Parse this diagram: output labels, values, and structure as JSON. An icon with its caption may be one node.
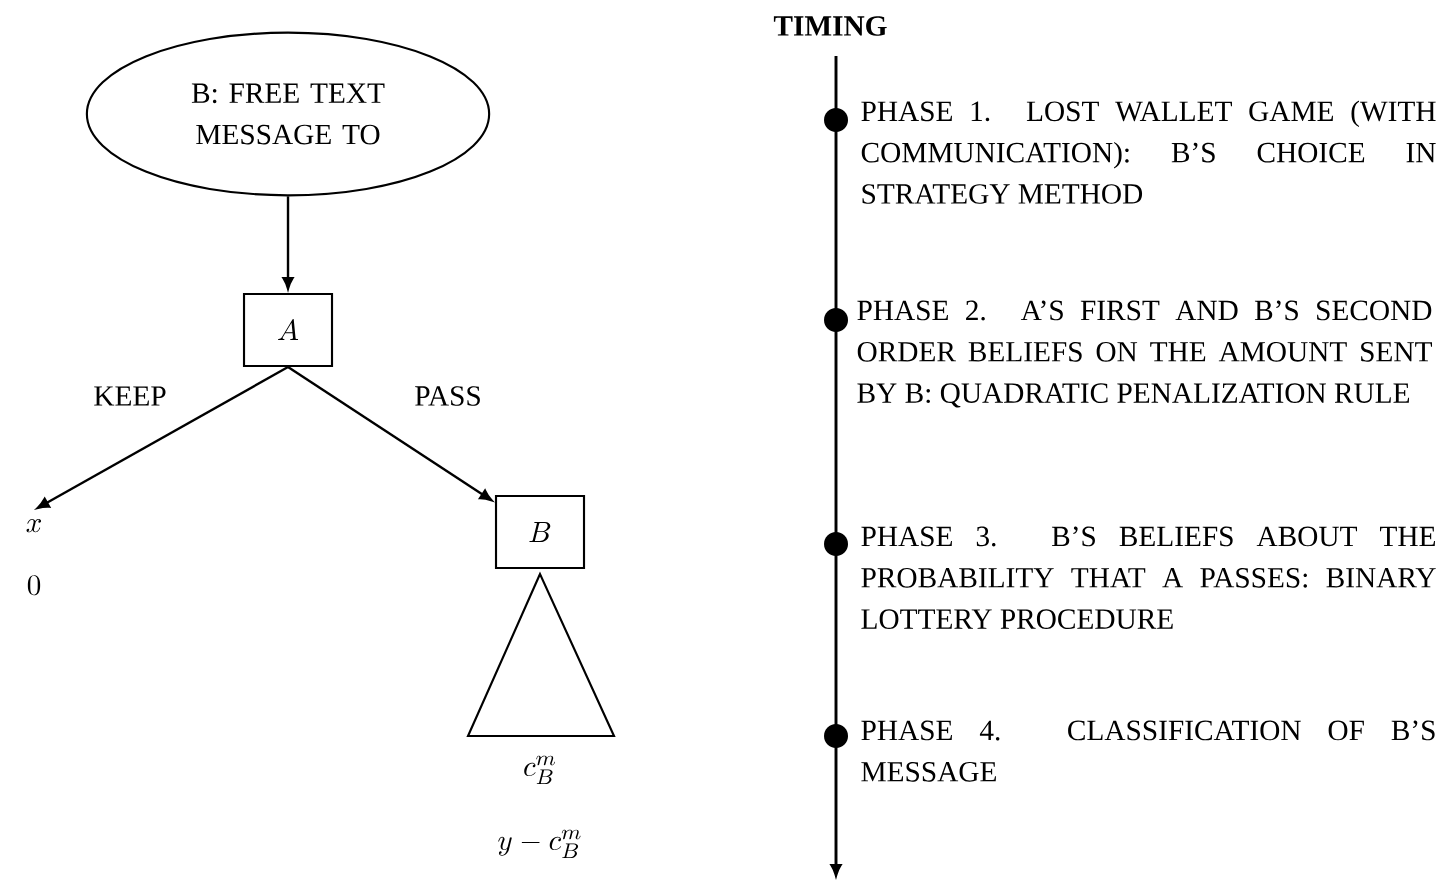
{
  "diagram": {
    "nodes": [
      {
        "text": [
          "B: FREE TEXT MESSAGE TO"
        ]
      },
      {
        "text": [
          "A"
        ]
      },
      {
        "text": [
          "x",
          "0"
        ]
      },
      {
        "text": [
          "B"
        ]
      },
      {
        "text": [],
        "shape": "triangle",
        "beside": [
          "c_B^m",
          "y - c_B^m"
        ]
      }
    ],
    "edges": [
      {
        "from": 0,
        "to": 1,
        "arrow": "to"
      },
      {
        "from": 1,
        "to": 2,
        "arrow": "to",
        "label": "KEEP"
      },
      {
        "from": 1,
        "to": 3,
        "arrow": "to",
        "label": "PASS"
      }
    ],
    "labels": [
      "TIMING",
      "PHASE 1. LOST WALLET GAME (WITH COMMUNICATION): B’S CHOICE IN STRATEGY METHOD",
      "PHASE 2. A’S FIRST AND B’S SECOND ORDER BELIEFS ON THE AMOUNT SENT BY B: QUADRATIC PENALIZATION RULE",
      "PHASE 3. B’S BELIEFS ABOUT THE PROBABILITY THAT A PASSES: BINARY LOTTERY PROCEDURE",
      "PHASE 4. CLASSIFICATION OF B’S MESSAGE"
    ]
  }
}
